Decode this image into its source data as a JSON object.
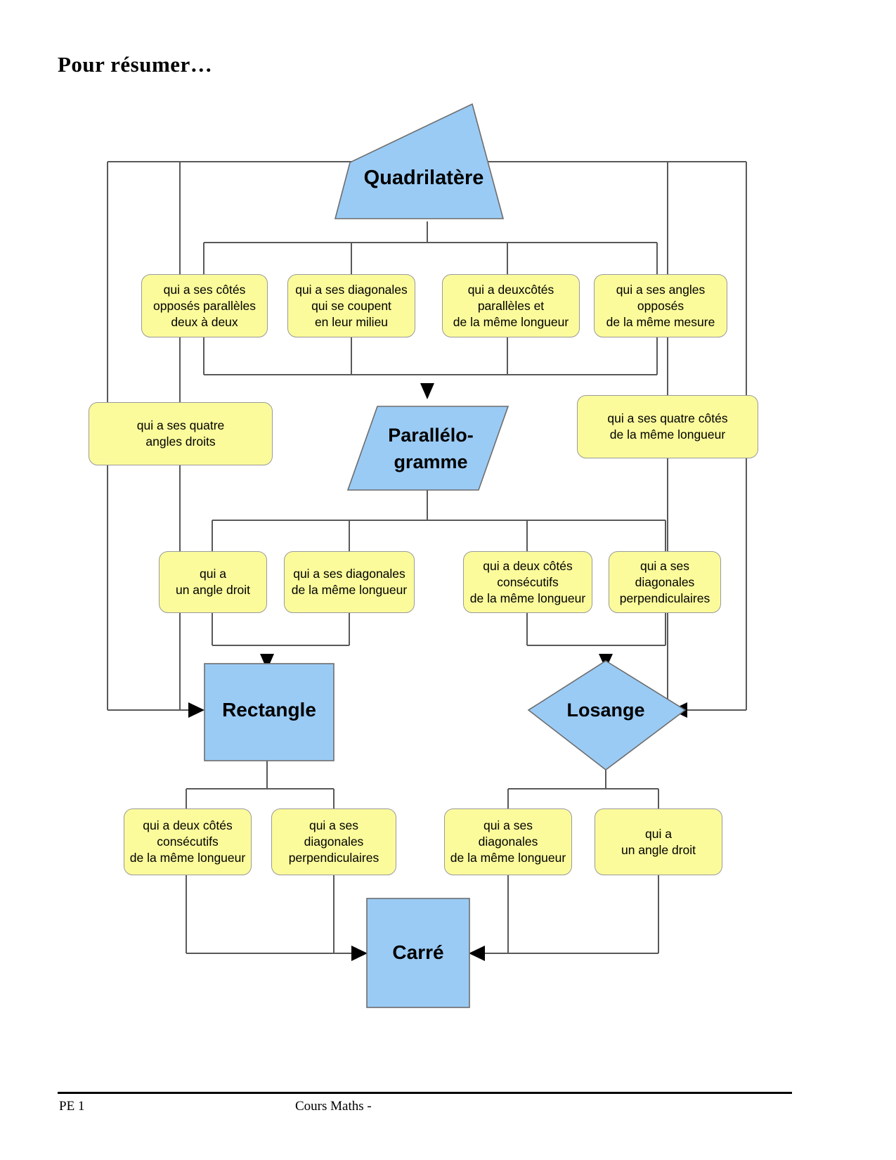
{
  "document": {
    "title": "Pour résumer…"
  },
  "colors": {
    "shape_fill": "#9acbf5",
    "shape_stroke": "#6d6d6d",
    "condition_fill": "#fbfb9c",
    "condition_stroke": "#9a9a9a",
    "connector": "#595959",
    "arrow": "#000000",
    "text": "#000000"
  },
  "shapes": {
    "quadrilatere": {
      "label": "Quadrilatère",
      "form": "irregular-quadrilateral"
    },
    "parallelogramme": {
      "label_line1": "Parallélo-",
      "label_line2": "gramme",
      "form": "parallelogram"
    },
    "rectangle": {
      "label": "Rectangle",
      "form": "rectangle"
    },
    "losange": {
      "label": "Losange",
      "form": "diamond"
    },
    "carre": {
      "label": "Carré",
      "form": "square"
    }
  },
  "conditions": {
    "quad_to_para": [
      {
        "lines": [
          "qui a ses côtés",
          "opposés parallèles",
          "deux à deux"
        ]
      },
      {
        "lines": [
          "qui a ses diagonales",
          "qui se coupent",
          "en leur milieu"
        ]
      },
      {
        "lines": [
          "qui a deuxcôtés",
          "parallèles et",
          "de la même longueur"
        ]
      },
      {
        "lines": [
          "qui a ses angles",
          "opposés",
          "de  la  même mesure"
        ]
      }
    ],
    "quad_to_rectangle": {
      "lines": [
        "qui a ses quatre",
        "angles droits"
      ]
    },
    "quad_to_losange": {
      "lines": [
        "qui a ses quatre côtés",
        "de la même longueur"
      ]
    },
    "para_to_rectangle": [
      {
        "lines": [
          "qui a",
          "un angle droit"
        ]
      },
      {
        "lines": [
          "qui a ses diagonales",
          "de la même longueur"
        ]
      }
    ],
    "para_to_losange": [
      {
        "lines": [
          "qui a deux côtés",
          "consécutifs",
          "de la même longueur"
        ]
      },
      {
        "lines": [
          "qui a ses",
          "diagonales",
          "perpendiculaires"
        ]
      }
    ],
    "rectangle_to_carre": [
      {
        "lines": [
          "qui a deux côtés",
          "consécutifs",
          "de la même longueur"
        ]
      },
      {
        "lines": [
          "qui a ses",
          "diagonales",
          "perpendiculaires"
        ]
      }
    ],
    "losange_to_carre": [
      {
        "lines": [
          "qui a ses",
          "diagonales",
          "de la même longueur"
        ]
      },
      {
        "lines": [
          "qui a",
          "un angle droit"
        ]
      }
    ]
  },
  "footer": {
    "left": "PE 1",
    "center": "Cours Maths -"
  }
}
